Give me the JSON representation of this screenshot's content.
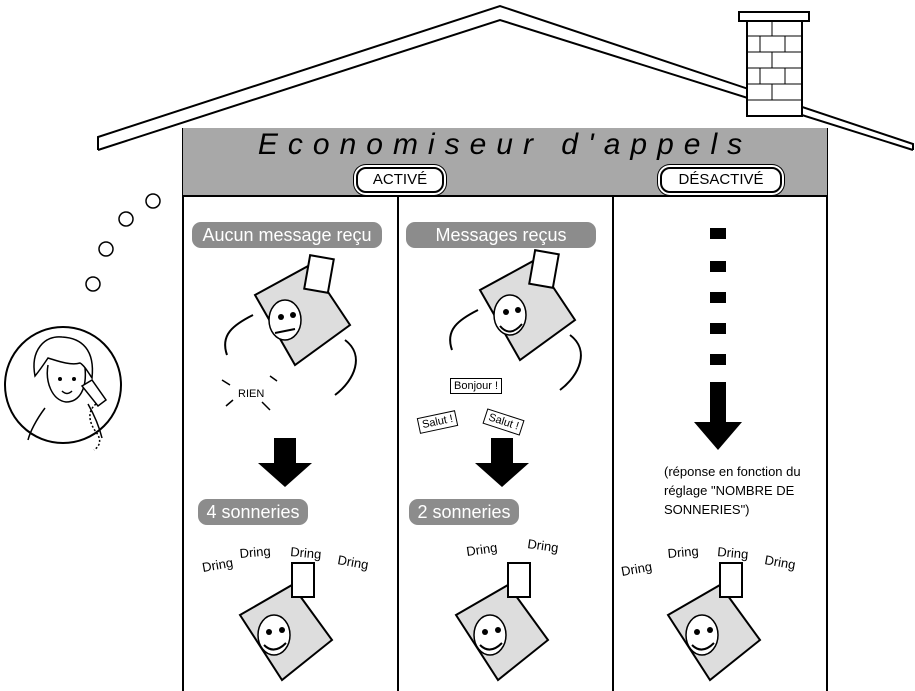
{
  "title": "Economiseur d'appels",
  "states": {
    "active": "ACTIVÉ",
    "inactive": "DÉSACTIVÉ"
  },
  "columns": [
    {
      "badge": "Aucun message reçu",
      "result": "4 sonneries"
    },
    {
      "badge": "Messages reçus",
      "result": "2 sonneries"
    }
  ],
  "bubbles": {
    "rien": "RIEN",
    "bonjour": "Bonjour !",
    "salut1": "Salut !",
    "salut2": "Salut !"
  },
  "note": "(réponse en fonction du réglage \"NOMBRE DE SONNERIES\")",
  "dring": "Dring",
  "colors": {
    "header": "#a8a8a8",
    "badge": "#8c8c8c",
    "line": "#000000"
  }
}
